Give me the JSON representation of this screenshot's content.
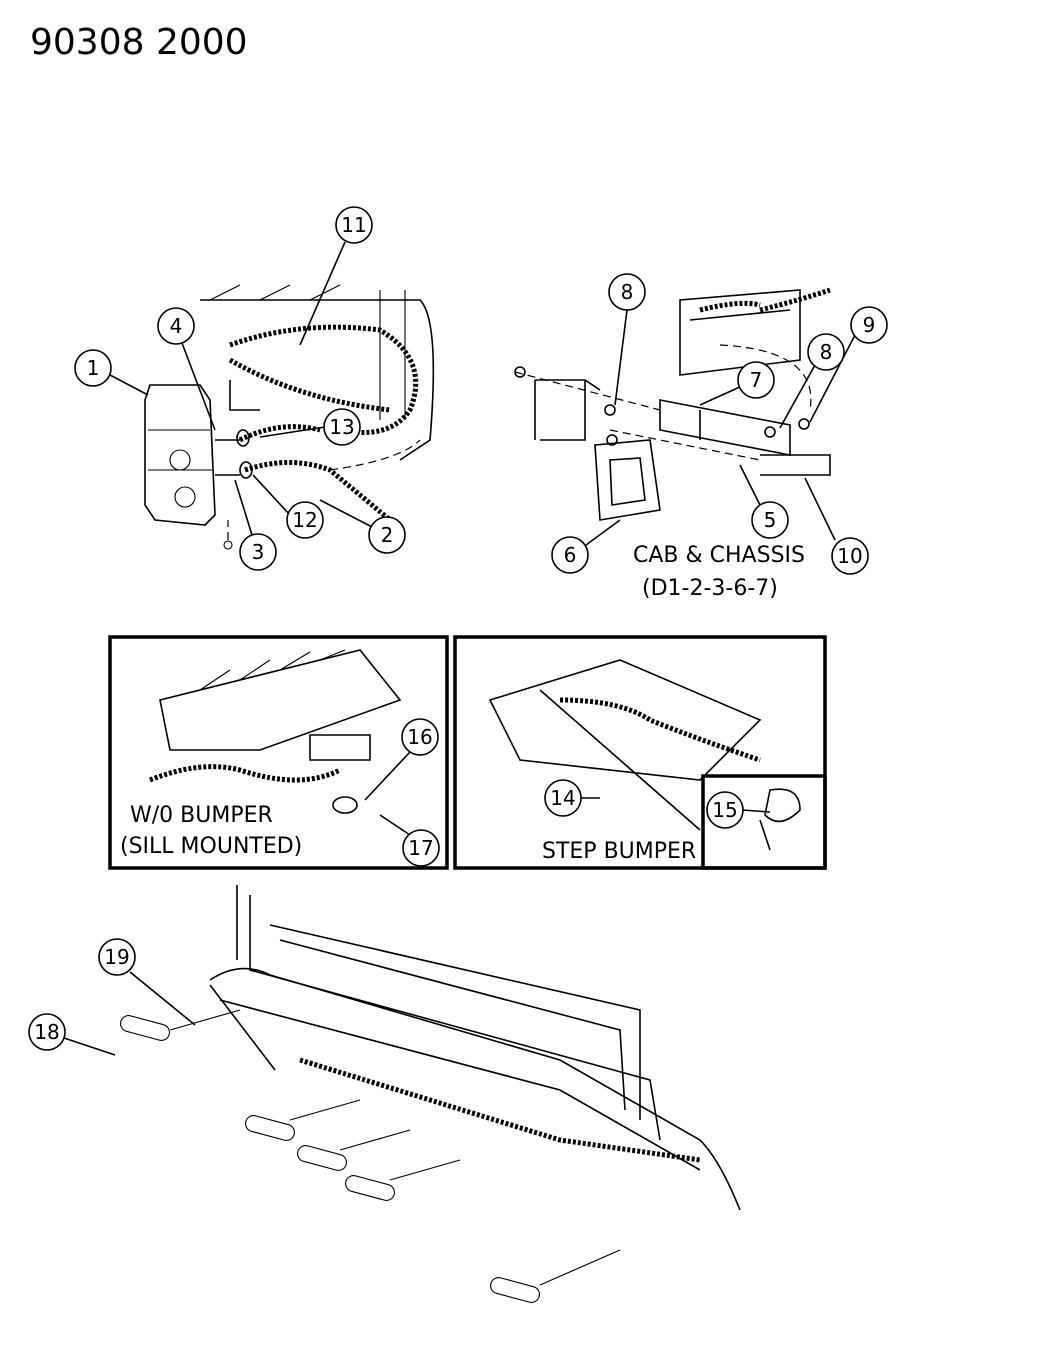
{
  "title": "90308  2000",
  "labels": {
    "cab_chassis": "CAB & CHASSIS",
    "cab_chassis_models": "(D1-2-3-6-7)",
    "wo_bumper": "W/0 BUMPER",
    "sill_mounted": "(SILL MOUNTED)",
    "step_bumper": "STEP BUMPER"
  },
  "callouts": [
    "1",
    "2",
    "3",
    "4",
    "5",
    "6",
    "7",
    "8",
    "8",
    "9",
    "10",
    "11",
    "12",
    "13",
    "14",
    "15",
    "16",
    "17",
    "18",
    "19"
  ]
}
